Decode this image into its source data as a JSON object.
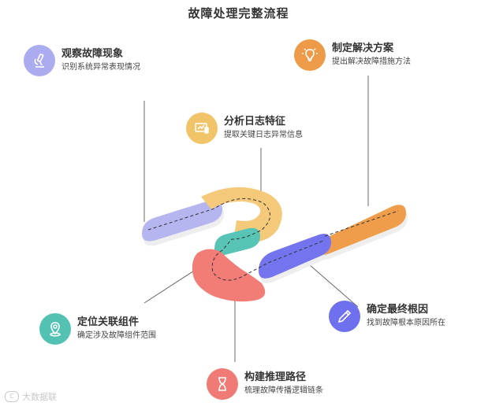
{
  "title": "故障处理完整流程",
  "steps": {
    "observe": {
      "title": "观察故障现象",
      "desc": "识别系统异常表现情况",
      "icon": "microscope-icon",
      "color": "#a9a7ec"
    },
    "analyze": {
      "title": "分析日志特征",
      "desc": "提取关键日志异常信息",
      "icon": "monitor-chart-icon",
      "color": "#f1c46a"
    },
    "plan": {
      "title": "制定解决方案",
      "desc": "提出解决故障措施方法",
      "icon": "lightbulb-icon",
      "color": "#ee9b49"
    },
    "locate": {
      "title": "定位关联组件",
      "desc": "确定涉及故障组件范围",
      "icon": "location-pin-icon",
      "color": "#54c2b3"
    },
    "root": {
      "title": "确定最终根因",
      "desc": "找到故障根本原因所在",
      "icon": "pen-icon",
      "color": "#6f70ee"
    },
    "reason": {
      "title": "构建推理路径",
      "desc": "梳理故障传播逻辑链条",
      "icon": "hourglass-icon",
      "color": "#f07a75"
    }
  },
  "watermark": "大数据联"
}
